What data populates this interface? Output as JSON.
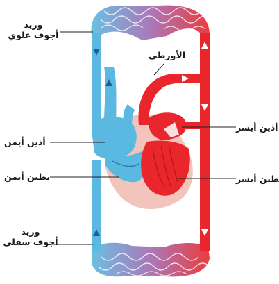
{
  "labels": {
    "svc_line1": "وريد",
    "svc_line2": "أجوف علوي",
    "aorta": "الأورطي",
    "right_atrium": "أذين أيمن",
    "left_atrium": "أذين أيسر",
    "right_ventricle": "بطين أيمن",
    "left_ventricle": "بطين أيسر",
    "ivc_line1": "وريد",
    "ivc_line2": "أجوف سفلي"
  },
  "colors": {
    "deoxygenated_blood": "#5bb8e0",
    "oxygenated_blood": "#e8262b",
    "heart_tissue": "#f2c4bc",
    "capillary_bed": "#7a9fc4"
  }
}
